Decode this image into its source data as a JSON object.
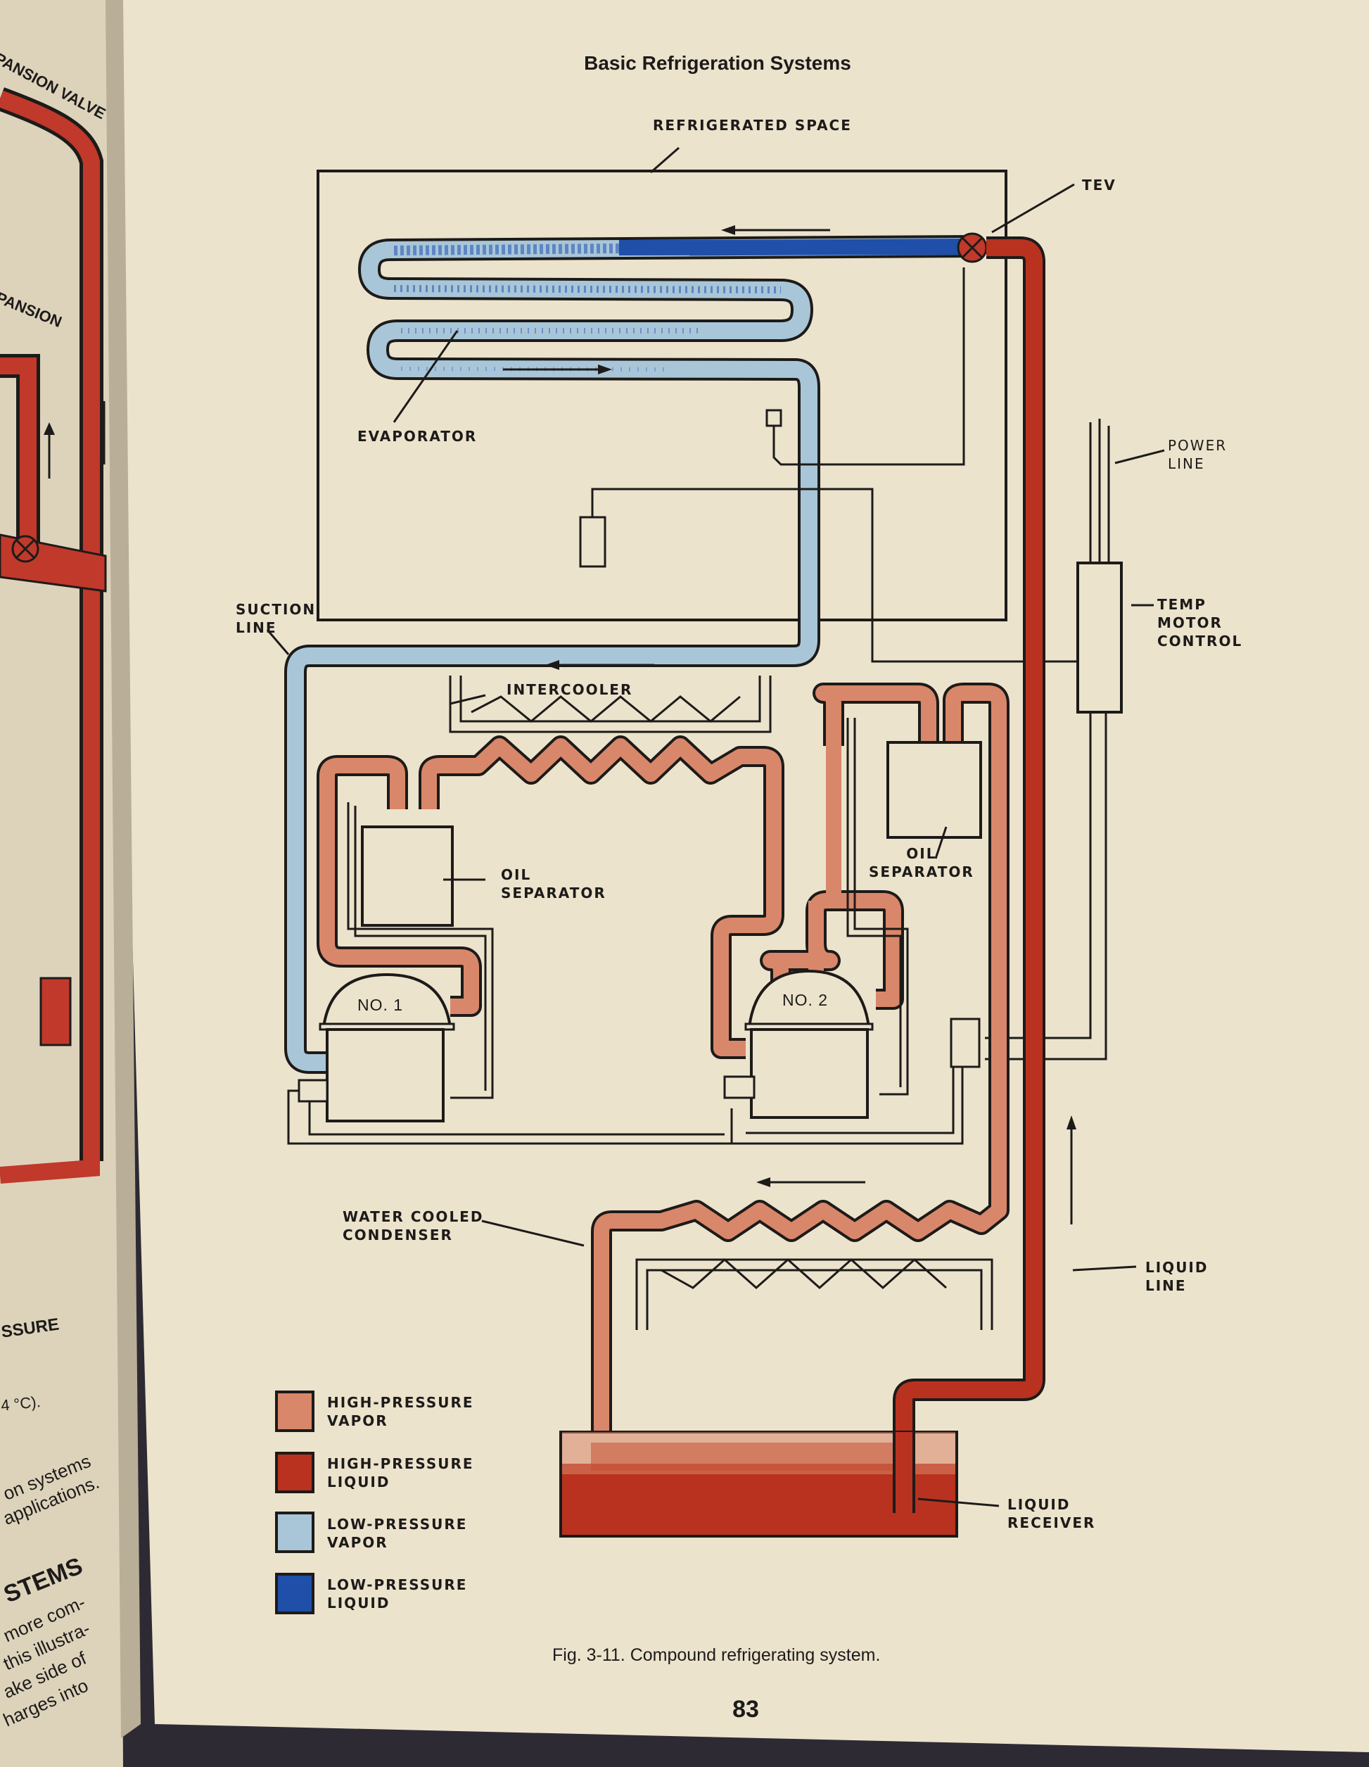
{
  "page": {
    "header": "Basic Refrigeration Systems",
    "caption": "Fig. 3-11.  Compound refrigerating system.",
    "page_number": "83"
  },
  "diagram": {
    "labels": {
      "refrigerated_space": "REFRIGERATED SPACE",
      "tev": "TEV",
      "evaporator": "EVAPORATOR",
      "power_line": "POWER\nLINE",
      "suction_line": "SUCTION\nLINE",
      "intercooler": "INTERCOOLER",
      "temp_motor_control": "TEMP\nMOTOR\nCONTROL",
      "oil_separator_1": "OIL\nSEPARATOR",
      "oil_separator_2": "OIL\nSEPARATOR",
      "compressor_1": "NO. 1",
      "compressor_2": "NO. 2",
      "water_cooled_condenser": "WATER COOLED\nCONDENSER",
      "liquid_line": "LIQUID\nLINE",
      "liquid_receiver": "LIQUID\nRECEIVER"
    },
    "legend": [
      {
        "label": "HIGH-PRESSURE\nVAPOR",
        "color": "#d9876a"
      },
      {
        "label": "HIGH-PRESSURE\nLIQUID",
        "color": "#b8321f"
      },
      {
        "label": "LOW-PRESSURE\nVAPOR",
        "color": "#a9c6d8"
      },
      {
        "label": "LOW-PRESSURE\nLIQUID",
        "color": "#1f4fa8"
      }
    ]
  },
  "left_page_fragments": {
    "expansion_valve": "PANSION VALVE",
    "expansion": "PANSION",
    "pressure": "SSURE",
    "temp": "4 °C).",
    "systems_line1": "on systems",
    "systems_line2": "applications.",
    "heading": "STEMS",
    "body1": "more com-",
    "body2": "this illustra-",
    "body3": "ake side of",
    "body4": "harges into"
  },
  "colors": {
    "paper": "#ece3cd",
    "ink": "#1d1b19",
    "high_vapor": "#d9876a",
    "high_liquid": "#b8321f",
    "low_vapor": "#a9c6d8",
    "low_liquid": "#1f4fa8"
  }
}
